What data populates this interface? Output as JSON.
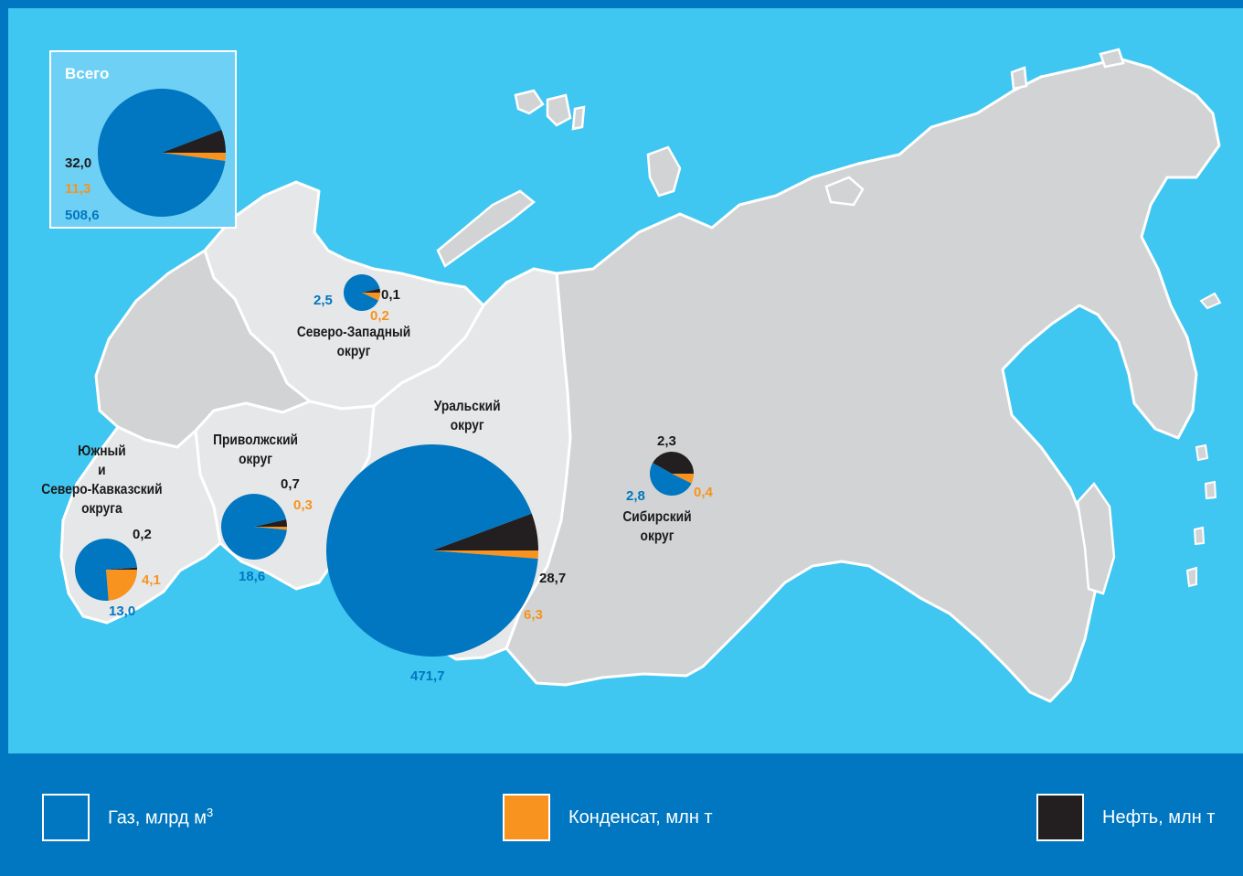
{
  "colors": {
    "gas": "#0077c0",
    "condensate": "#f7931e",
    "oil": "#231f20",
    "sea": "#3fc6f1",
    "land": "#d1d3d4",
    "land_highlight": "#e6e7e8",
    "frame": "#0077c0"
  },
  "total": {
    "title": "Всего",
    "gas": 508.6,
    "condensate": 11.3,
    "oil": 32.0,
    "gas_label": "508,6",
    "condensate_label": "11,3",
    "oil_label": "32,0"
  },
  "districts": [
    {
      "id": "northwest",
      "name_lines": [
        "Северо-Западный",
        "округ"
      ],
      "gas": 2.5,
      "condensate": 0.2,
      "oil": 0.1,
      "gas_label": "2,5",
      "condensate_label": "0,2",
      "oil_label": "0,1"
    },
    {
      "id": "ural",
      "name_lines": [
        "Уральский",
        "округ"
      ],
      "gas": 471.7,
      "condensate": 6.3,
      "oil": 28.7,
      "gas_label": "471,7",
      "condensate_label": "6,3",
      "oil_label": "28,7"
    },
    {
      "id": "volga",
      "name_lines": [
        "Приволжский",
        "округ"
      ],
      "gas": 18.6,
      "condensate": 0.3,
      "oil": 0.7,
      "gas_label": "18,6",
      "condensate_label": "0,3",
      "oil_label": "0,7"
    },
    {
      "id": "south",
      "name_lines": [
        "Южный",
        "и",
        "Северо-Кавказский",
        "округа"
      ],
      "gas": 13.0,
      "condensate": 4.1,
      "oil": 0.2,
      "gas_label": "13,0",
      "condensate_label": "4,1",
      "oil_label": "0,2"
    },
    {
      "id": "siberia",
      "name_lines": [
        "Сибирский",
        "округ"
      ],
      "gas": 2.8,
      "condensate": 0.4,
      "oil": 2.3,
      "gas_label": "2,8",
      "condensate_label": "0,4",
      "oil_label": "2,3"
    }
  ],
  "legend": {
    "gas": "Газ, млрд  м",
    "gas_sup": "3",
    "condensate": "Конденсат, млн т",
    "oil": "Нефть, млн т"
  }
}
